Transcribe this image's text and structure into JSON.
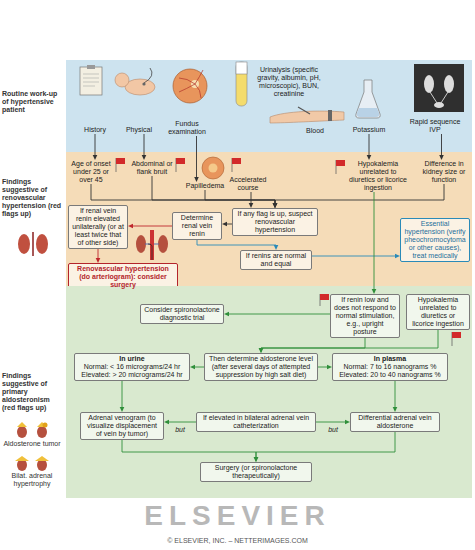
{
  "diagram": {
    "nodes": [
      {
        "text": [
          "Routine work-up of hypertensive patient"
        ]
      },
      {
        "text": [
          "Findings suggestive of renovascular hypertension (red flags up)"
        ]
      },
      {
        "text": [
          "Findings suggestive of primary aldosteronism (red flags up)"
        ]
      },
      {
        "text": [
          "History"
        ],
        "in": 0
      },
      {
        "text": [
          "Physical"
        ],
        "in": 0
      },
      {
        "text": [
          "Fundus examination"
        ],
        "in": 0
      },
      {
        "text": [
          "Urinalysis (specific gravity, albumin, pH, microscopic), BUN, creatinine"
        ],
        "in": 0
      },
      {
        "text": [
          "Blood"
        ],
        "in": 0
      },
      {
        "text": [
          "Potassium"
        ],
        "in": 0
      },
      {
        "text": [
          "Rapid sequence IVP"
        ],
        "in": 0
      },
      {
        "text": [
          "Age of onset under 25 or over 45"
        ],
        "in": 1
      },
      {
        "text": [
          "Abdominal or flank bruit"
        ],
        "in": 1
      },
      {
        "text": [
          "Papilledema"
        ],
        "in": 1
      },
      {
        "text": [
          "Accelerated course"
        ],
        "in": 1
      },
      {
        "text": [
          "Hypokalemia unrelated to diuretics or licorice ingestion"
        ],
        "in": 1
      },
      {
        "text": [
          "Difference in kidney size or function"
        ],
        "in": 1
      },
      {
        "text": [
          "If any flag is up, suspect renovascular hypertension"
        ],
        "in": 1
      },
      {
        "text": [
          "Determine renal vein renin"
        ],
        "in": 1
      },
      {
        "text": [
          "If renal vein renin elevated unilaterally (or at least twice that of other side)"
        ],
        "in": 1
      },
      {
        "text": [
          "Renovascular hypertension (do arteriogram): consider surgery"
        ],
        "in": 1
      },
      {
        "text": [
          "If renins are normal and equal"
        ],
        "in": 1
      },
      {
        "text": [
          "Essential hypertension (verify pheochromocytoma or other causes), treat medically"
        ],
        "in": 1
      },
      {
        "text": [
          "If renin low and does not respond to normal stimulation, e.g., upright posture"
        ],
        "in": 2
      },
      {
        "text": [
          "Hypokalemia unrelated to diuretics or licorice ingestion"
        ],
        "in": 2
      },
      {
        "text": [
          "Consider spironolactone diagnostic trial"
        ],
        "in": 2
      },
      {
        "text": [
          "In urine",
          "Normal: < 16 micrograms/24 hr",
          "Elevated: > 20 micrograms/24 hr"
        ],
        "in": 2
      },
      {
        "text": [
          "Then determine aldosterone level (after several days of attempted suppression by high salt diet)"
        ],
        "in": 2
      },
      {
        "text": [
          "In plasma",
          "Normal: 7 to 16 nanograms %",
          "Elevated: 20 to 40 nanograms %"
        ],
        "in": 2
      },
      {
        "text": [
          "Adrenal venogram (to visualize displacement of vein by tumor)"
        ],
        "in": 2
      },
      {
        "text": [
          "If elevated in bilateral adrenal vein catheterization"
        ],
        "in": 2
      },
      {
        "text": [
          "Differential adrenal vein aldosterone"
        ],
        "in": 2
      },
      {
        "text": [
          "Surgery (or spironolactone therapeutically)"
        ],
        "in": 2
      }
    ],
    "edges": [
      {
        "from": 3,
        "to": 10,
        "arrow": "to"
      },
      {
        "from": 4,
        "to": 11,
        "arrow": "to"
      },
      {
        "from": 5,
        "to": 12,
        "arrow": "to"
      },
      {
        "from": 8,
        "to": 14,
        "arrow": "to"
      },
      {
        "from": 9,
        "to": 15,
        "arrow": "to"
      },
      {
        "from": 10,
        "to": 16,
        "arrow": "to"
      },
      {
        "from": 11,
        "to": 16,
        "arrow": "to"
      },
      {
        "from": 12,
        "to": 16,
        "arrow": "to"
      },
      {
        "from": 13,
        "to": 16,
        "arrow": "to"
      },
      {
        "from": 15,
        "to": 16,
        "arrow": "to"
      },
      {
        "from": 16,
        "to": 17,
        "arrow": "to"
      },
      {
        "from": 17,
        "to": 18,
        "arrow": "to"
      },
      {
        "from": 18,
        "to": 19,
        "arrow": "to"
      },
      {
        "from": 17,
        "to": 20,
        "arrow": "to"
      },
      {
        "from": 20,
        "to": 21,
        "arrow": "to"
      },
      {
        "from": 14,
        "to": 22,
        "arrow": "to"
      },
      {
        "from": 22,
        "to": 24,
        "arrow": "to"
      },
      {
        "from": 22,
        "to": 26,
        "arrow": "to"
      },
      {
        "from": 23,
        "to": 26,
        "arrow": "to"
      },
      {
        "from": 26,
        "to": 25,
        "arrow": "to"
      },
      {
        "from": 26,
        "to": 27,
        "arrow": "to"
      },
      {
        "from": 25,
        "to": 28,
        "arrow": "to"
      },
      {
        "from": 27,
        "to": 30,
        "arrow": "to"
      },
      {
        "from": 29,
        "to": 28,
        "label": "but",
        "arrow": "to"
      },
      {
        "from": 29,
        "to": 30,
        "label": "but",
        "arrow": "to"
      },
      {
        "from": 28,
        "to": 31,
        "arrow": "to"
      },
      {
        "from": 30,
        "to": 31,
        "arrow": "to"
      }
    ],
    "labels": [
      "Aldosterone tumor",
      "Bilat. adrenal hypertrophy",
      "ELSEVIER",
      "© ELSEVIER, INC. – NETTERIMAGES.COM"
    ]
  }
}
